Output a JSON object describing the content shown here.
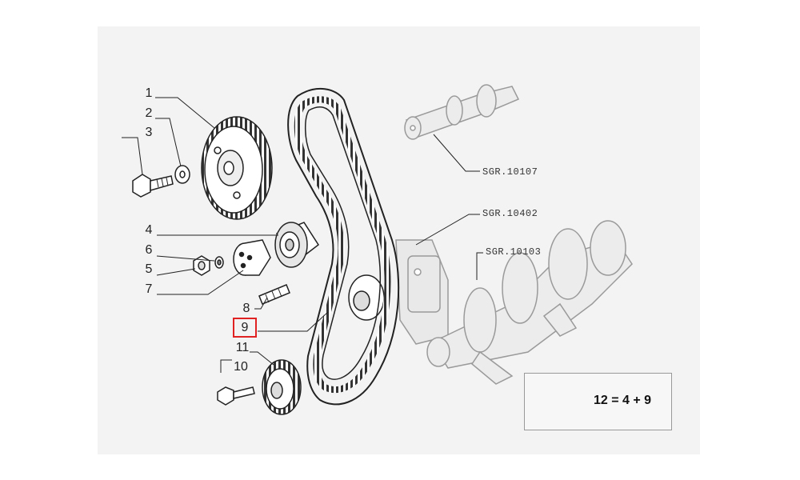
{
  "callouts": {
    "c1": "1",
    "c2": "2",
    "c3": "3",
    "c4": "4",
    "c5": "5",
    "c6": "6",
    "c7": "7",
    "c8": "8",
    "c9": "9",
    "c10": "10",
    "c11": "11"
  },
  "references": {
    "camshaft": "SGR.10107",
    "pump": "SGR.10402",
    "crankshaft": "SGR.10103"
  },
  "kit": {
    "formula": "12 = 4 + 9",
    "icon": "kit-parts-icon"
  },
  "highlight": {
    "selected_callout": "9",
    "color": "#e02222"
  }
}
